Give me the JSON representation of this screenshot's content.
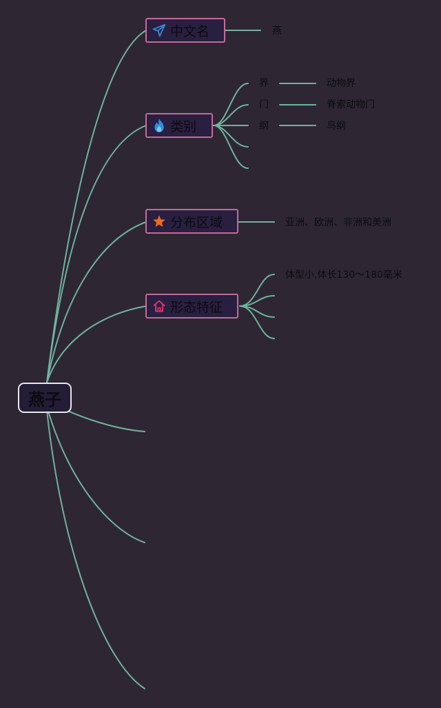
{
  "root": {
    "label": "燕子"
  },
  "branches": [
    {
      "label": "中文名",
      "icon": "paper-plane-icon",
      "value": "燕"
    },
    {
      "label": "类别",
      "icon": "flame-icon",
      "items": [
        {
          "key": "界",
          "value": "动物界"
        },
        {
          "key": "门",
          "value": "脊索动物门"
        },
        {
          "key": "纲",
          "value": "鸟纲"
        }
      ]
    },
    {
      "label": "分布区域",
      "icon": "star-icon",
      "value": "亚洲、欧洲、非洲和美洲"
    },
    {
      "label": "形态特征",
      "icon": "home-icon",
      "value": "体型小,体长130～180毫米"
    }
  ],
  "colors": {
    "background": "#2e2733",
    "connector": "#6fb3a0",
    "branch_border": "#c66a9b",
    "root_border": "#e9e6ee",
    "plane_icon": "#3a86d6",
    "flame_icon": "#2f8fe0",
    "star_icon": "#ea6a1e",
    "home_icon": "#d9336a"
  }
}
